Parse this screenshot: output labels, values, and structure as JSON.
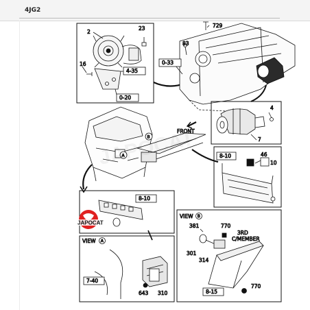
{
  "header": {
    "title": "4JG2"
  },
  "labels": {
    "p2": "2",
    "p23": "23",
    "p16": "16",
    "ref435": "4-35",
    "ref020": "0-20",
    "p729": "729",
    "p83": "83",
    "ref033": "0-33",
    "front": "FRONT",
    "p4": "4",
    "p7": "7",
    "ref810a": "8-10",
    "p46": "46",
    "p10": "10",
    "ref810b": "8-10",
    "viewA": "VIEW",
    "viewA_mark": "A",
    "ref740": "7-40",
    "p643": "643",
    "p310": "310",
    "viewB": "VIEW",
    "viewB_mark": "B",
    "p381": "381",
    "p770a": "770",
    "p301": "301",
    "p314": "314",
    "member": "3RD\nC/MEMBER",
    "member1": "3RD",
    "member2": "C/MEMBER",
    "ref815": "8-15",
    "p770b": "770",
    "markA": "A",
    "markB": "B"
  },
  "watermark": {
    "text": "JAPOCAT",
    "badge_text": "JAPOCAT",
    "badge_color": "#e02020"
  }
}
